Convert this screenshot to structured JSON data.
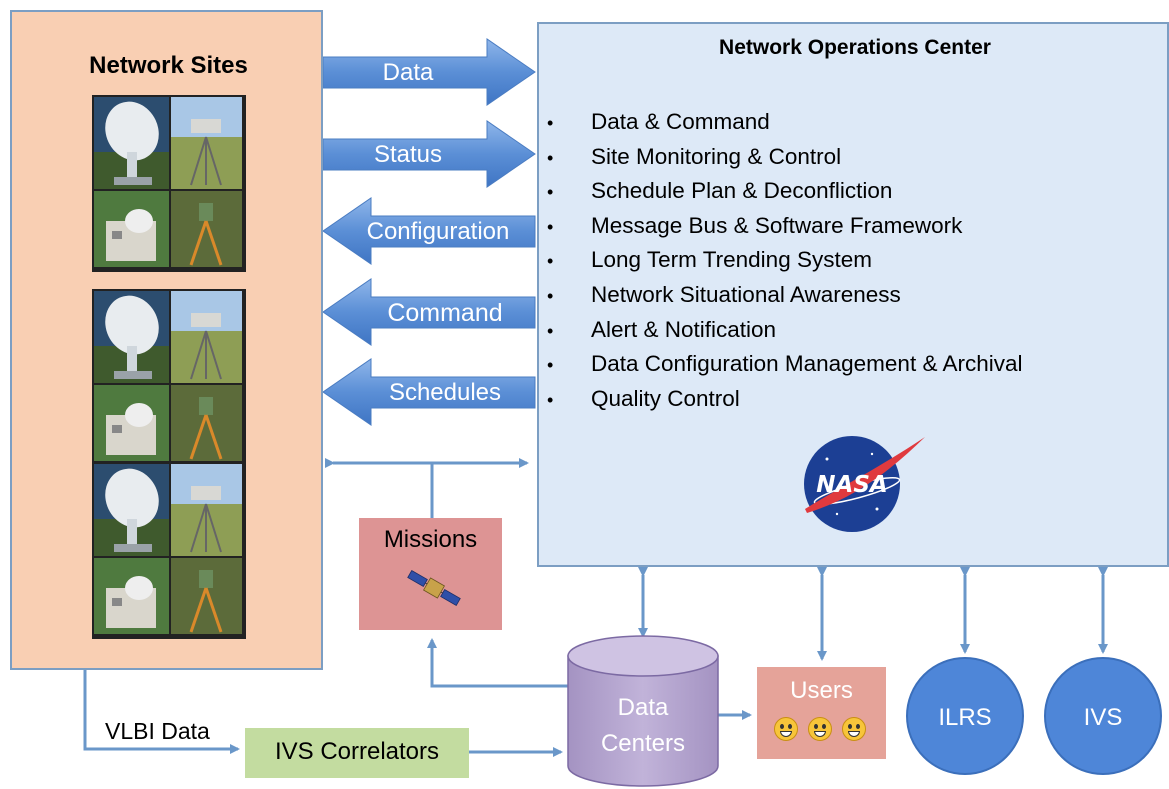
{
  "network_sites": {
    "title": "Network Sites",
    "photo_icons": [
      "radio-telescope-photo",
      "gnss-tripod-photo",
      "observatory-dome-photo",
      "survey-instrument-photo"
    ]
  },
  "noc": {
    "title": "Network Operations Center",
    "items": [
      "Data & Command",
      "Site Monitoring & Control",
      "Schedule Plan & Deconfliction",
      "Message Bus & Software Framework",
      "Long Term Trending System",
      "Network Situational Awareness",
      "Alert & Notification",
      "Data Configuration Management & Archival",
      "Quality Control"
    ],
    "logo_text": "NASA",
    "bullet": "•"
  },
  "arrows": {
    "data": "Data",
    "status": "Status",
    "configuration": "Configuration",
    "command": "Command",
    "schedules": "Schedules"
  },
  "missions": {
    "label": "Missions",
    "icon": "satellite-icon"
  },
  "data_centers": {
    "line1": "Data",
    "line2": "Centers"
  },
  "users": {
    "label": "Users",
    "icons": [
      "smiley-icon",
      "smiley-icon",
      "smiley-icon"
    ]
  },
  "ilrs": "ILRS",
  "ivs": "IVS",
  "ivs_correlators": "IVS Correlators",
  "vlbi_data": "VLBI Data",
  "colors": {
    "sites_fill": "#f9cfb3",
    "noc_fill": "#dde9f7",
    "arrow_blue": "#5b8fd6",
    "connector": "#6a97c9",
    "missions_fill": "#dd9494",
    "users_fill": "#e5a399",
    "correlators_fill": "#c3dca0",
    "data_centers_fill": "#b3a3cc",
    "circle_fill": "#4e86d8"
  }
}
